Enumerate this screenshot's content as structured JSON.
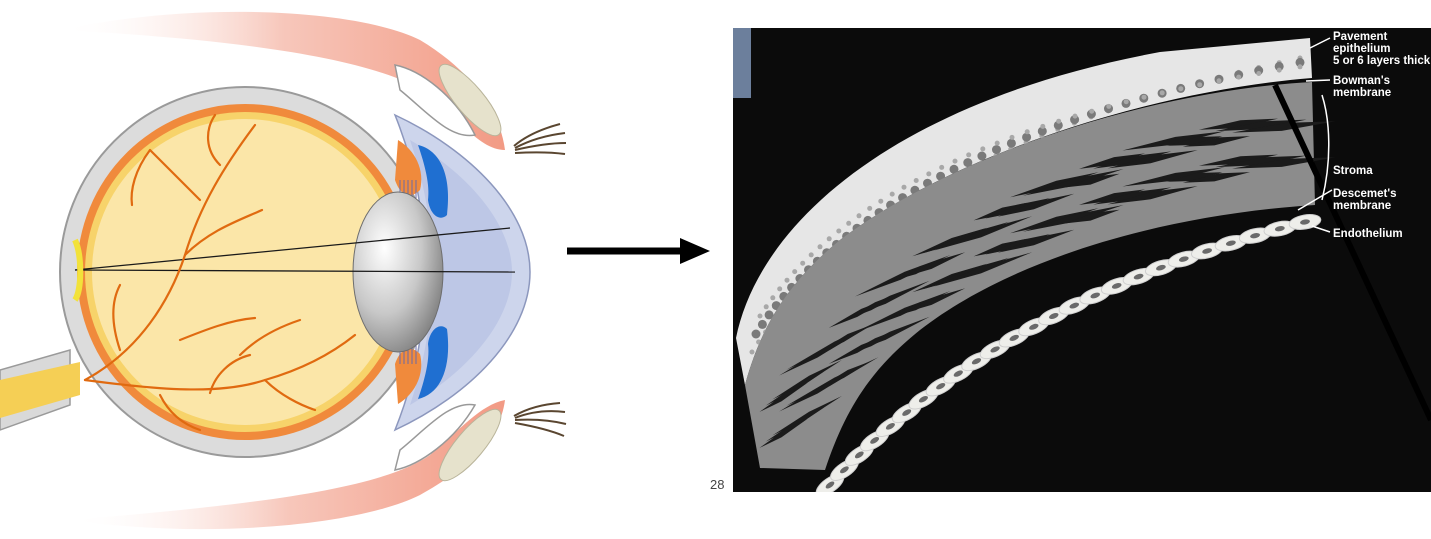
{
  "colors": {
    "background": "#ffffff",
    "sclera": "#d9d9d9",
    "choroid": "#f08a3c",
    "retina": "#f7d36a",
    "vitreous": "#fbe6a8",
    "vessel": "#e06a10",
    "cornea": "#c9d2ea",
    "iris": "#1f6fd1",
    "lens": "#b8b8b8",
    "eyelid": "#f4b6a8",
    "histology_bg": "#0b0b0b",
    "epithelium": "#e4e4e4",
    "stroma": "#8a8a8a",
    "label_text": "#ffffff"
  },
  "icons": {
    "arrow": "right-arrow-icon"
  },
  "histology": {
    "labels": {
      "epithelium_line1": "Pavement",
      "epithelium_line2": "epithelium",
      "epithelium_line3": "5 or 6 layers thick",
      "bowman_line1": "Bowman's",
      "bowman_line2": "membrane",
      "stroma": "Stroma",
      "descemet_line1": "Descemet's",
      "descemet_line2": "membrane",
      "endothelium": "Endothelium"
    },
    "page_number": "28"
  }
}
